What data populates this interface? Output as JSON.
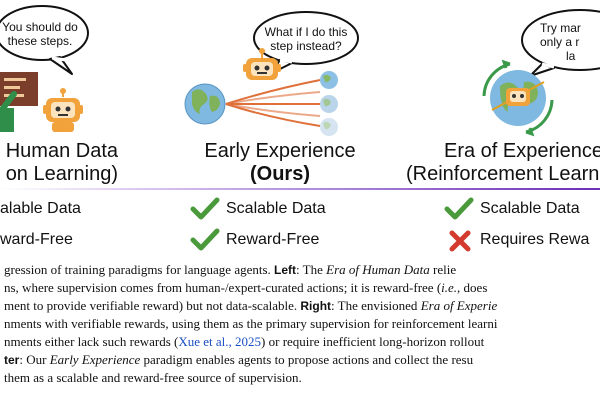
{
  "panels": {
    "left": {
      "bubble": [
        "You should do",
        "these steps."
      ],
      "title_line1": "Human Data",
      "title_line2": "on Learning)",
      "properties": [
        "alable Data",
        "ward-Free"
      ]
    },
    "middle": {
      "bubble": [
        "What if I do this",
        "step instead?"
      ],
      "title_line1": "Early Experience",
      "title_line2": "(Ours)",
      "properties": [
        "Scalable Data",
        "Reward-Free"
      ]
    },
    "right": {
      "bubble": [
        "Try mar",
        "only a r",
        "la"
      ],
      "title_line1": "Era of Experience",
      "title_line2": "(Reinforcement Learn",
      "properties": [
        "Scalable Data",
        "Requires Rewa"
      ]
    }
  },
  "colors": {
    "check": "#4a9a3c",
    "cross": "#d23b2e",
    "robot": "#f2a23a",
    "arrow": "#e0703a",
    "divider_left": "#c9a7e8",
    "divider_right": "#7a3cc4"
  },
  "caption": {
    "line1": {
      "a": "gression of training paradigms for language agents. ",
      "b": "Left",
      "c": ": The ",
      "d": "Era of Human Data",
      "e": " relie"
    },
    "line2": "ns, where supervision comes from human-/expert-curated actions; it is reward-free (",
    "line2_ie": "i.e.",
    "line2_end": ", does",
    "line3": "ment to provide verifiable reward) but not data-scalable. ",
    "line3_bold": "Right",
    "line3_mid": ": The envisioned ",
    "line3_ital": "Era of Experie",
    "line4": "nments with verifiable rewards, using them as the primary supervision for reinforcement learni",
    "line5a": "nments either lack such rewards (",
    "line5_cite": "Xue et al., 2025",
    "line5b": ") or require inefficient long-horizon rollout",
    "line6_bold": "ter",
    "line6a": ": Our ",
    "line6_ital": "Early Experience",
    "line6b": " paradigm enables agents to propose actions and collect the resu",
    "line7": "them as a scalable and reward-free source of supervision."
  }
}
